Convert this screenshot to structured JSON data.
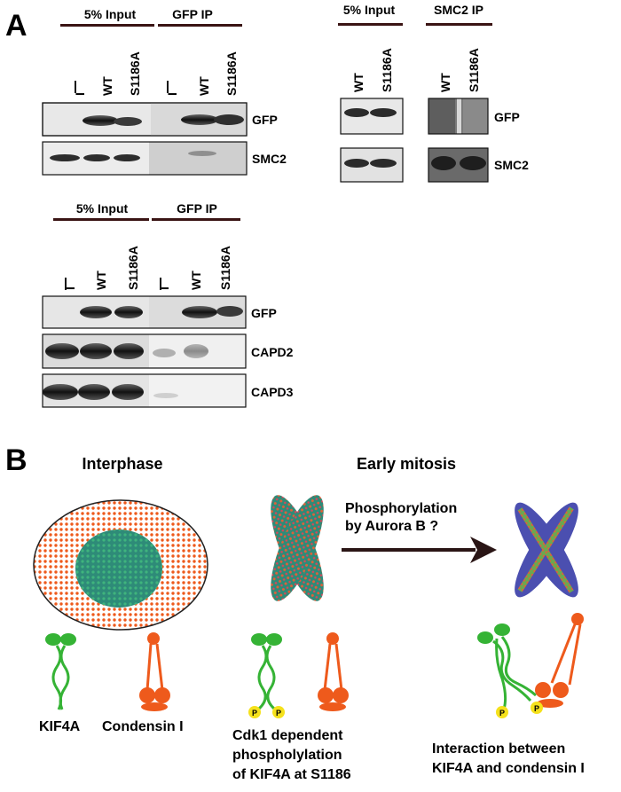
{
  "panel_a": {
    "label": "A",
    "blot1": {
      "groups": [
        "5% Input",
        "GFP IP"
      ],
      "lanes": [
        "I",
        "WT",
        "S1186A",
        "I",
        "WT",
        "S1186A"
      ],
      "rows": [
        "GFP",
        "SMC2"
      ]
    },
    "blot2": {
      "groups": [
        "5% Input",
        "SMC2 IP"
      ],
      "lanes": [
        "WT",
        "S1186A",
        "WT",
        "S1186A"
      ],
      "rows": [
        "GFP",
        "SMC2"
      ]
    },
    "blot3": {
      "groups": [
        "5% Input",
        "GFP IP"
      ],
      "lanes": [
        "I",
        "WT",
        "S1186A",
        "I",
        "WT",
        "S1186A"
      ],
      "rows": [
        "GFP",
        "CAPD2",
        "CAPD3"
      ]
    }
  },
  "panel_b": {
    "label": "B",
    "interphase_title": "Interphase",
    "mitosis_title": "Early mitosis",
    "arrow_label_line1": "Phosphorylation",
    "arrow_label_line2": "by Aurora B ?",
    "kif4a_label": "KIF4A",
    "condensin_label": "Condensin I",
    "cdk1_line1": "Cdk1 dependent",
    "cdk1_line2": "phospholylation",
    "cdk1_line3": "of KIF4A at S1186",
    "interaction_line1": "Interaction between",
    "interaction_line2": "KIF4A and condensin I",
    "phospho_mark": "P"
  },
  "colors": {
    "kif4a_green": "#35b335",
    "condensin_orange": "#ee5a1c",
    "nucleus_teal": "#2e8b78",
    "chromosome_blue": "#4b4fb0",
    "phospho_yellow": "#f5e11c"
  }
}
